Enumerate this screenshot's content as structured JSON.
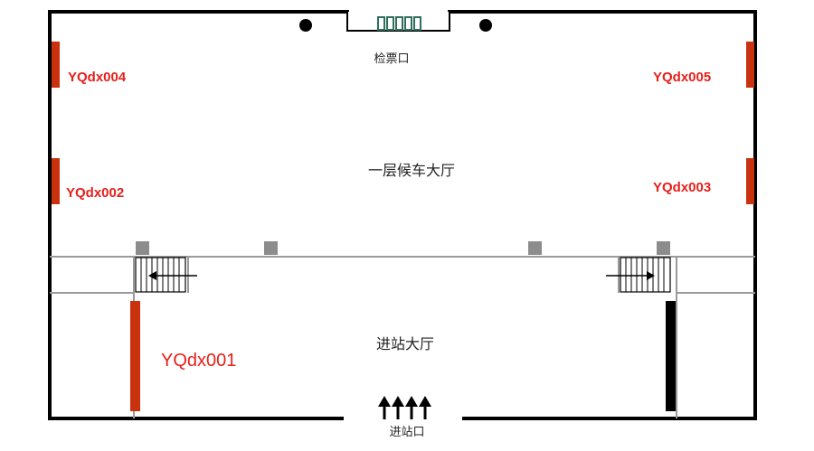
{
  "labels": {
    "ticket_gate": "检票口",
    "waiting_hall": "一层候车大厅",
    "entry_hall": "进站大厅",
    "entrance": "进站口"
  },
  "devices": {
    "d001": "YQdx001",
    "d002": "YQdx002",
    "d003": "YQdx003",
    "d004": "YQdx004",
    "d005": "YQdx005"
  },
  "colors": {
    "wall": "#000000",
    "device": "#c8320f",
    "device_text": "#e5201a",
    "pillar": "#8c8c8c",
    "line": "#9a9a9a"
  },
  "icons": {
    "entrance_arrows": "up-arrow-icon",
    "stair_arrow": "left-arrow-icon"
  }
}
